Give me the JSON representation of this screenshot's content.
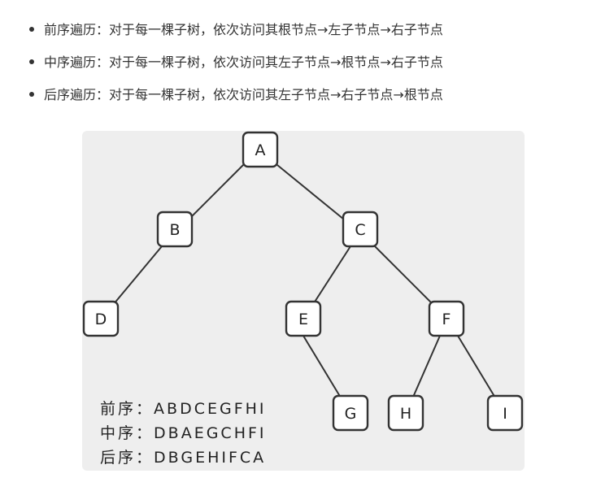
{
  "bullets": [
    {
      "text": "前序遍历：对于每一棵子树，依次访问其根节点→左子节点→右子节点"
    },
    {
      "text": "中序遍历：对于每一棵子树，依次访问其左子节点→根节点→右子节点"
    },
    {
      "text": "后序遍历：对于每一棵子树，依次访问其左子节点→右子节点→根节点"
    }
  ],
  "tree": {
    "nodes": [
      "A",
      "B",
      "C",
      "D",
      "E",
      "F",
      "G",
      "H",
      "I"
    ]
  },
  "orders": [
    {
      "label": "前序",
      "sep": "：",
      "sequence": "ABDCEGFHI"
    },
    {
      "label": "中序",
      "sep": "：",
      "sequence": "DBAEGCHFI"
    },
    {
      "label": "后序",
      "sep": "：",
      "sequence": "DBGEHIFCA"
    }
  ],
  "colors": {
    "figure_background": "#eeeeee",
    "node_fill": "#ffffff",
    "stroke": "#333333",
    "text": "#333333"
  }
}
